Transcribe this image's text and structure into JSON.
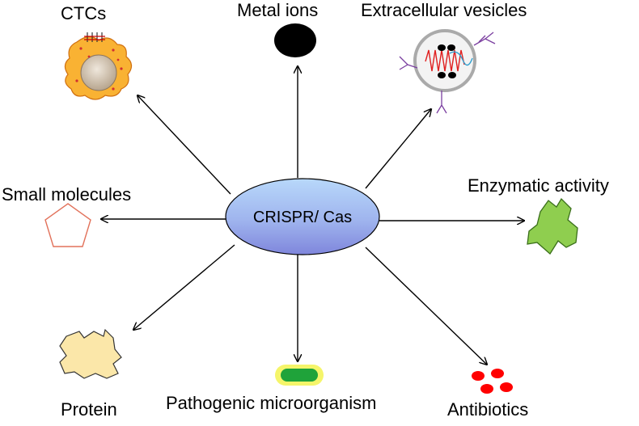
{
  "center": {
    "label": "CRISPR/ Cas"
  },
  "targets": {
    "ctcs": "CTCs",
    "metal_ions": "Metal ions",
    "extracellular_vesicles": "Extracellular vesicles",
    "small_molecules": "Small molecules",
    "enzymatic_activity": "Enzymatic activity",
    "protein": "Protein",
    "pathogenic_microorganism": "Pathogenic microorganism",
    "antibiotics": "Antibiotics"
  },
  "colors": {
    "center_fill_top": "#a9cdf5",
    "center_fill_bottom": "#8b8fe0",
    "ctc_cell": "#f9b233",
    "ctc_nucleus": "#c9b8a3",
    "enzyme": "#8fce4f",
    "protein": "#fbe7a9",
    "pathogen_outer": "#f5f56a",
    "pathogen_inner": "#1fa33a",
    "antibiotic": "#ff0000",
    "small_molecule": "#e2725b",
    "vesicle_dna_red": "#e02020",
    "vesicle_dna_blue": "#30a0d0",
    "antibody": "#7b3fa0"
  }
}
